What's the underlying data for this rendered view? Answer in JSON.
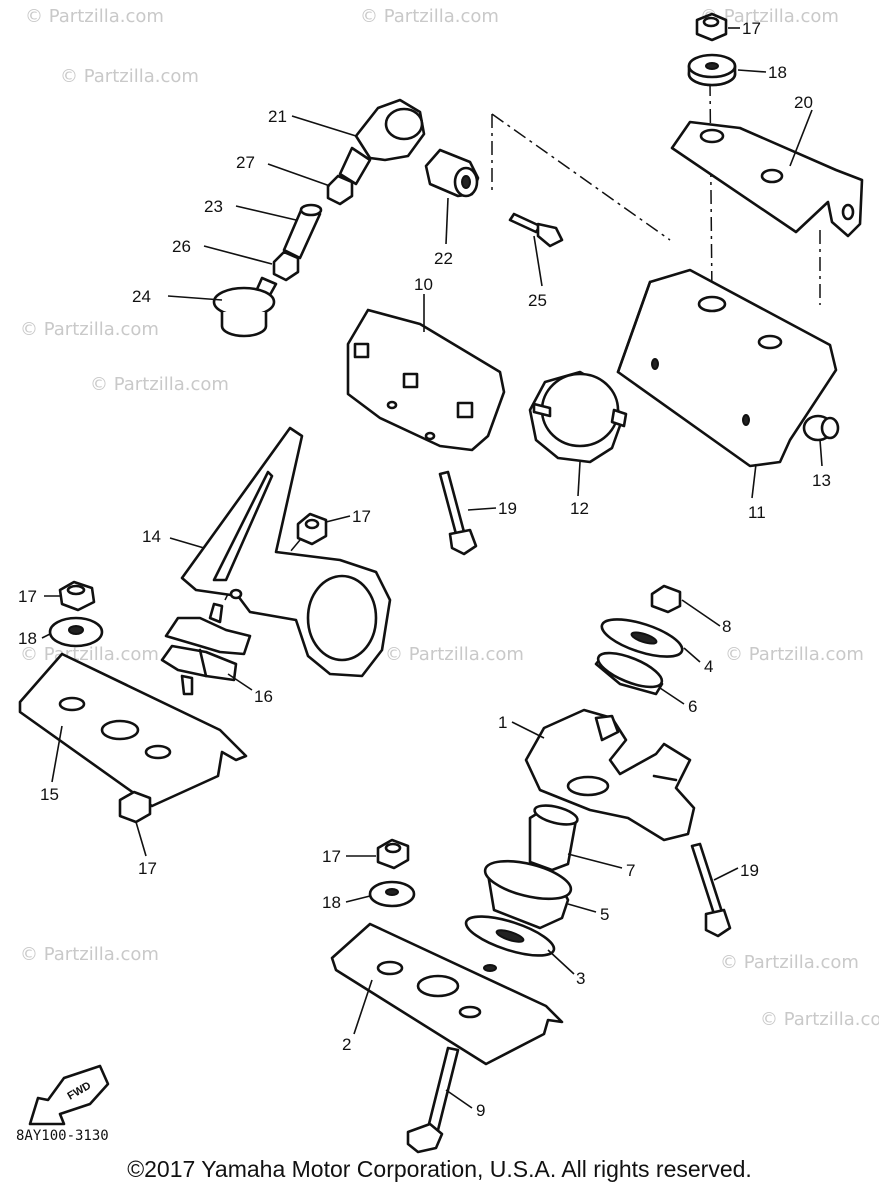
{
  "diagram": {
    "part_code": "8AY100-3130",
    "direction_label": "FWD",
    "watermark": "© Partzilla.com",
    "copyright": "©2017 Yamaha Motor Corporation, U.S.A. All rights reserved.",
    "callouts": [
      "1",
      "2",
      "3",
      "4",
      "5",
      "6",
      "7",
      "8",
      "9",
      "10",
      "11",
      "12",
      "13",
      "14",
      "15",
      "16",
      "17",
      "18",
      "19",
      "20",
      "21",
      "22",
      "23",
      "24",
      "25",
      "26",
      "27"
    ]
  }
}
